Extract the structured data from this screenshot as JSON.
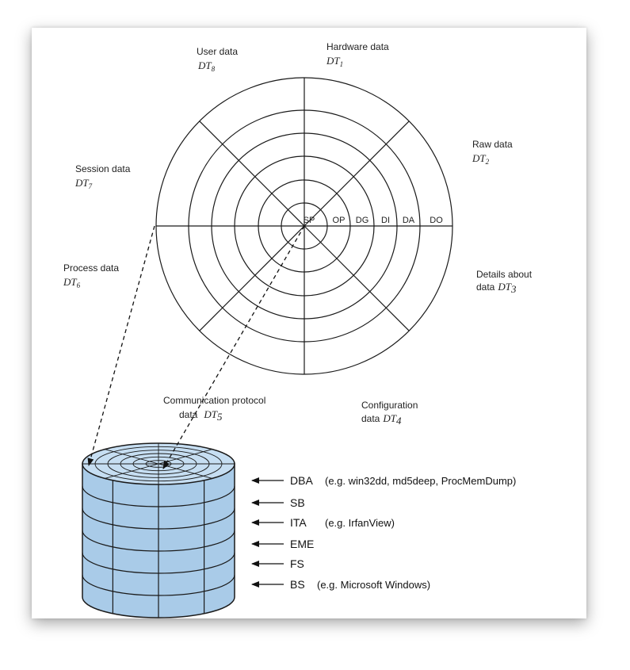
{
  "wheel": {
    "rings": [
      "SP",
      "OP",
      "DG",
      "DI",
      "DA",
      "DO"
    ],
    "sectors": [
      {
        "label": "Hardware data",
        "symbol": "DT",
        "sub": "1"
      },
      {
        "label": "Raw data",
        "symbol": "DT",
        "sub": "2"
      },
      {
        "label": "Details about data",
        "label_line1": "Details about",
        "label_line2": "data",
        "symbol": "DT",
        "sub": "3"
      },
      {
        "label": "Configuration data",
        "label_line1": "Configuration",
        "label_line2": "data",
        "symbol": "DT",
        "sub": "4"
      },
      {
        "label": "Communication protocol data",
        "label_line1": "Communication protocol",
        "label_line2": "data",
        "symbol": "DT",
        "sub": "5"
      },
      {
        "label": "Process data",
        "symbol": "DT",
        "sub": "6"
      },
      {
        "label": "Session data",
        "symbol": "DT",
        "sub": "7"
      },
      {
        "label": "User data",
        "symbol": "DT",
        "sub": "8"
      }
    ]
  },
  "stack": {
    "layers": [
      {
        "abbr": "DBA",
        "example": "(e.g. win32dd, md5deep, ProcMemDump)"
      },
      {
        "abbr": "SB",
        "example": ""
      },
      {
        "abbr": "ITA",
        "example": "(e.g. IrfanView)"
      },
      {
        "abbr": "EME",
        "example": ""
      },
      {
        "abbr": "FS",
        "example": ""
      },
      {
        "abbr": "BS",
        "example": "(e.g. Microsoft Windows)"
      }
    ]
  },
  "colors": {
    "cylinder_fill": "#a9cbe8",
    "cylinder_top": "#c6def2",
    "line": "#1a1a1a"
  }
}
